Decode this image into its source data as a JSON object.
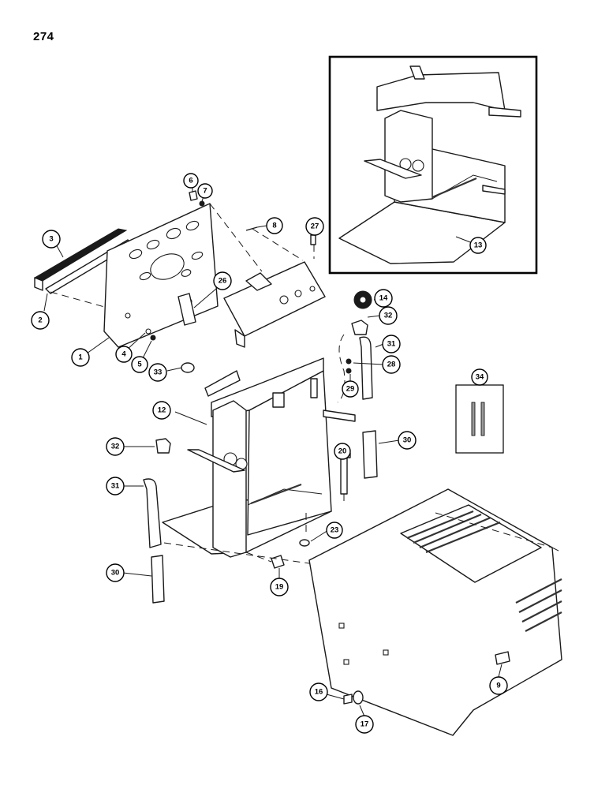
{
  "page_number": "274",
  "callouts": [
    {
      "id": "c1",
      "label": "1"
    },
    {
      "id": "c2",
      "label": "2"
    },
    {
      "id": "c3",
      "label": "3"
    },
    {
      "id": "c4",
      "label": "4"
    },
    {
      "id": "c5",
      "label": "5"
    },
    {
      "id": "c6",
      "label": "6"
    },
    {
      "id": "c7",
      "label": "7"
    },
    {
      "id": "c8",
      "label": "8"
    },
    {
      "id": "c9",
      "label": "9"
    },
    {
      "id": "c12",
      "label": "12"
    },
    {
      "id": "c13",
      "label": "13"
    },
    {
      "id": "c14",
      "label": "14"
    },
    {
      "id": "c16",
      "label": "16"
    },
    {
      "id": "c17",
      "label": "17"
    },
    {
      "id": "c19",
      "label": "19"
    },
    {
      "id": "c20",
      "label": "20"
    },
    {
      "id": "c23",
      "label": "23"
    },
    {
      "id": "c26",
      "label": "26"
    },
    {
      "id": "c27",
      "label": "27"
    },
    {
      "id": "c28",
      "label": "28"
    },
    {
      "id": "c29",
      "label": "29"
    },
    {
      "id": "c30a",
      "label": "30"
    },
    {
      "id": "c30b",
      "label": "30"
    },
    {
      "id": "c31a",
      "label": "31"
    },
    {
      "id": "c31b",
      "label": "31"
    },
    {
      "id": "c32a",
      "label": "32"
    },
    {
      "id": "c32b",
      "label": "32"
    },
    {
      "id": "c33",
      "label": "33"
    },
    {
      "id": "c34",
      "label": "34"
    }
  ]
}
